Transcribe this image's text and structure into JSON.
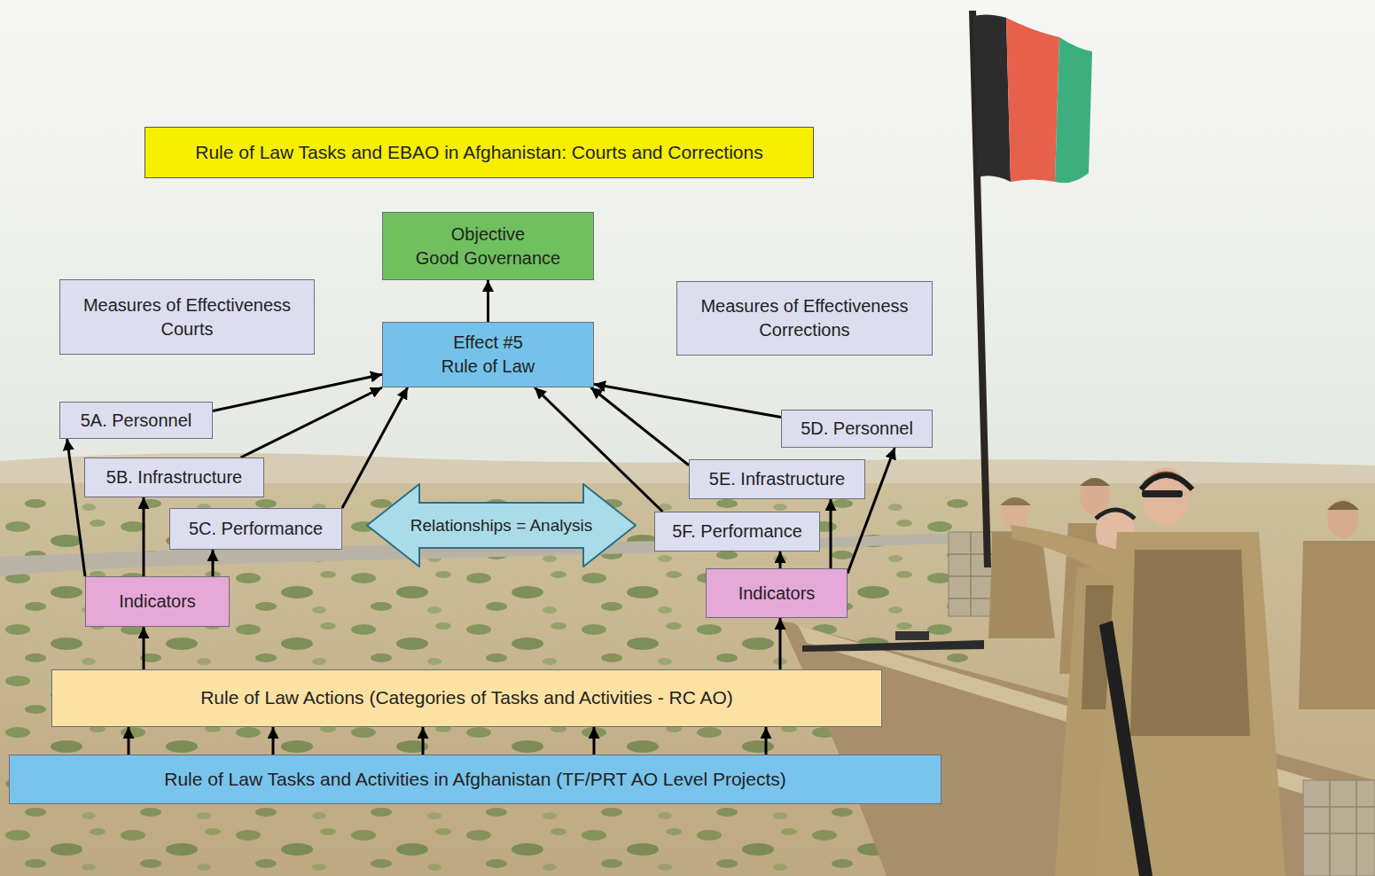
{
  "diagram": {
    "title": "Rule of Law Tasks and EBAO in Afghanistan: Courts and Corrections",
    "nodes": [
      {
        "text": [
          "Objective",
          "Good Governance"
        ]
      },
      {
        "text": [
          "Measures of Effectiveness",
          "Courts"
        ]
      },
      {
        "text": [
          "Effect #5",
          "Rule of Law"
        ]
      },
      {
        "text": [
          "Measures of Effectiveness",
          "Corrections"
        ]
      },
      {
        "text": [
          "5A. Personnel"
        ]
      },
      {
        "text": [
          "5D. Personnel"
        ]
      },
      {
        "text": [
          "5B. Infrastructure"
        ]
      },
      {
        "text": [
          "5E. Infrastructure"
        ]
      },
      {
        "text": [
          "5C. Performance"
        ]
      },
      {
        "text": [
          "Relationships = Analysis"
        ]
      },
      {
        "text": [
          "5F. Performance"
        ]
      },
      {
        "text": [
          "Indicators"
        ]
      },
      {
        "text": [
          "Indicators"
        ]
      },
      {
        "text": [
          "Rule of Law Actions (Categories of Tasks and Activities - RC AO)"
        ]
      },
      {
        "text": [
          "Rule of Law Tasks and Activities in Afghanistan (TF/PRT AO Level Projects)"
        ]
      }
    ],
    "edges": [
      {
        "from": 2,
        "to": 0,
        "arrow": "to"
      },
      {
        "from": 4,
        "to": 2,
        "arrow": "to"
      },
      {
        "from": 6,
        "to": 2,
        "arrow": "to"
      },
      {
        "from": 8,
        "to": 2,
        "arrow": "to"
      },
      {
        "from": 5,
        "to": 2,
        "arrow": "to"
      },
      {
        "from": 7,
        "to": 2,
        "arrow": "to"
      },
      {
        "from": 10,
        "to": 2,
        "arrow": "to"
      },
      {
        "from": 11,
        "to": 4,
        "arrow": "to"
      },
      {
        "from": 11,
        "to": 6,
        "arrow": "to"
      },
      {
        "from": 11,
        "to": 8,
        "arrow": "to"
      },
      {
        "from": 12,
        "to": 10,
        "arrow": "to"
      },
      {
        "from": 12,
        "to": 7,
        "arrow": "to"
      },
      {
        "from": 12,
        "to": 5,
        "arrow": "to"
      },
      {
        "from": 13,
        "to": 11,
        "arrow": "to"
      },
      {
        "from": 13,
        "to": 12,
        "arrow": "to"
      },
      {
        "from": 14,
        "to": 13,
        "arrow": "to"
      },
      {
        "from": 14,
        "to": 13,
        "arrow": "to"
      },
      {
        "from": 14,
        "to": 13,
        "arrow": "to"
      },
      {
        "from": 14,
        "to": 13,
        "arrow": "to"
      },
      {
        "from": 14,
        "to": 13,
        "arrow": "to"
      }
    ]
  }
}
